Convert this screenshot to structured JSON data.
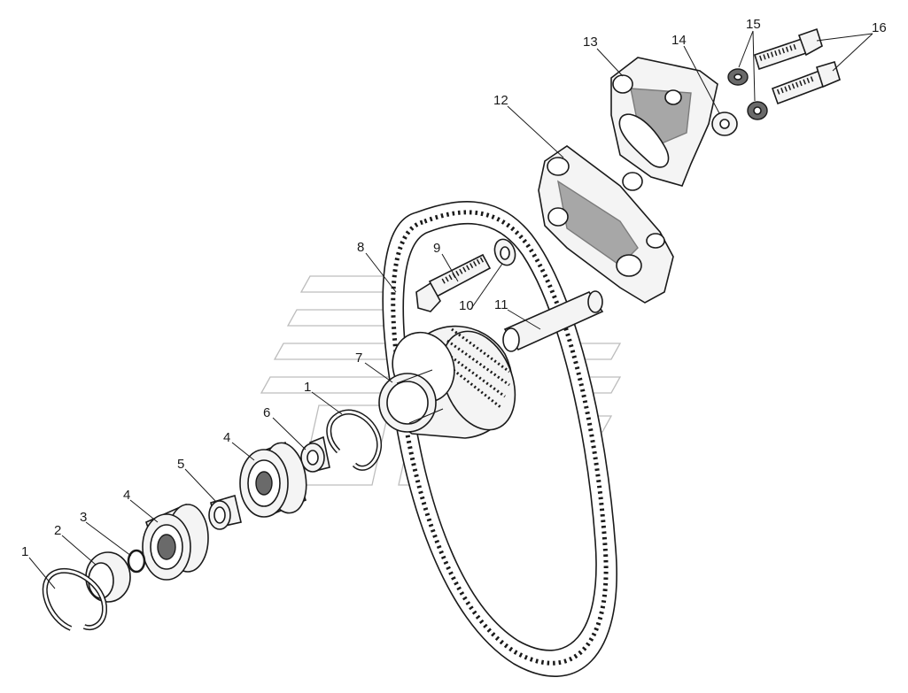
{
  "callouts": {
    "c1a": "1",
    "c1b": "1",
    "c2": "2",
    "c3": "3",
    "c4a": "4",
    "c4b": "4",
    "c5": "5",
    "c6": "6",
    "c7": "7",
    "c8": "8",
    "c9": "9",
    "c10": "10",
    "c11": "11",
    "c12": "12",
    "c13": "13",
    "c14": "14",
    "c15": "15",
    "c16": "16"
  },
  "colors": {
    "line": "#1a1a1a",
    "watermark": "#bdbdbd",
    "background": "#ffffff"
  }
}
